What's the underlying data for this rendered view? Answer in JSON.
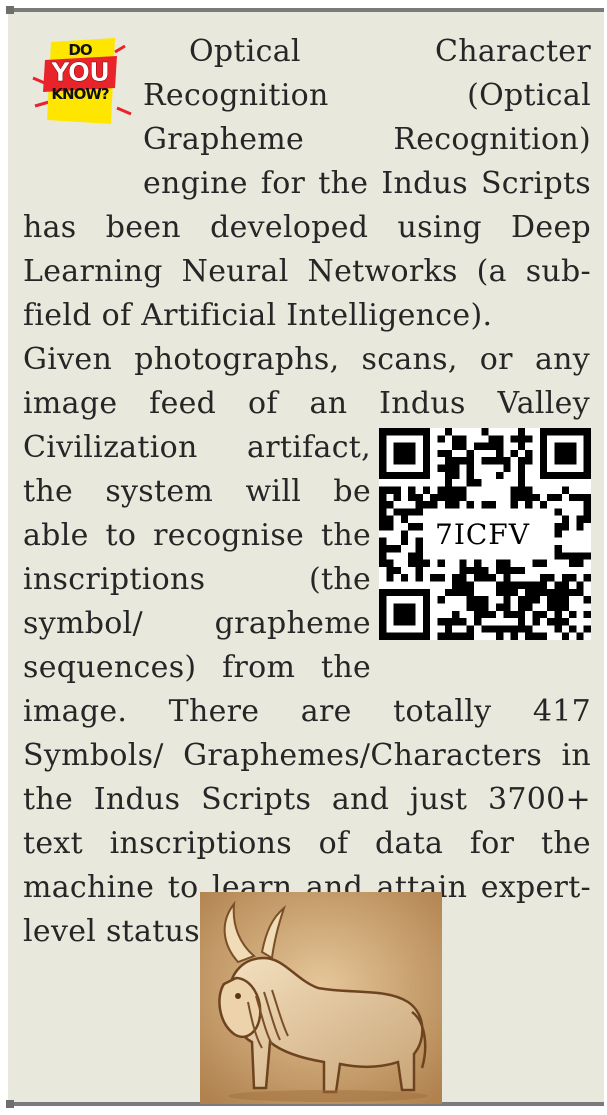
{
  "badge": {
    "line1": "DO",
    "line2": "YOU",
    "line3": "KNOW?",
    "colors": {
      "banner": "#ffe600",
      "ribbon": "#e8232a"
    }
  },
  "content": {
    "para1": "Optical Character Recognition (Optical Grapheme Recognition) engine for the Indus Scripts has been developed using Deep Learning Neural Networks (a sub-field of Artificial Intelligence).",
    "para2": "Given photographs, scans, or any image feed of an Indus Valley Civilization artifact, the system will be able to recognise the inscriptions (the symbol/ grapheme sequences) from the image. There are totally 417 Symbols/ Graphemes/Characters in the Indus Scripts and just 3700+ text inscriptions of data for the machine to learn and attain expert-level status."
  },
  "qr": {
    "code": "7ICFV"
  },
  "colors": {
    "panel": "#e8e8dd",
    "border": "#7a7a7a",
    "text": "#262626"
  }
}
